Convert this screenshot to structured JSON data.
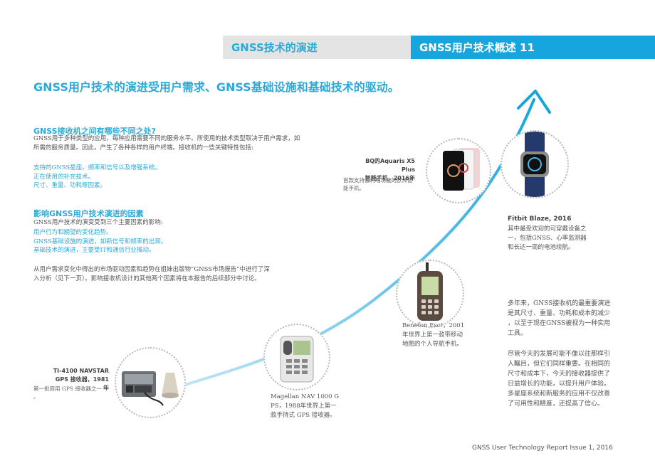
{
  "header": {
    "tab_left": "GNSS技术的演进",
    "tab_right": "GNSS用户技术概述 11"
  },
  "headline": "GNSS用户技术的演进受用户需求、GNSS基础设施和基础技术的驱动。",
  "section1": {
    "title": "GNSS接收机之间有哪些不同之处?",
    "body_lines": [
      "GNSS用于多种类型的应用，每种应用需要不同的服务水平。所使用的技术类型取决于用户需求，如",
      "所需的服务质量。因此，产生了各种各样的用户终端。接收机的一些关键特性包括:"
    ],
    "bullets": [
      "支持的GNSS星座、频率和信号以及增强系统。",
      "正在使用的补充技术。",
      "尺寸、重量、功耗等因素。"
    ]
  },
  "section2": {
    "title": "影响GNSS用户技术演进的因素",
    "intro": "GNSS用户技术的演变受到三个主要因素的影响:",
    "bullets": [
      "用户行为和期望的变化趋势。",
      "GNSS基础设施的演进，如新信号和频率的出现。",
      "基础技术的演进，主要受IT和通信行业推动。"
    ],
    "outro_lines": [
      "从用户需求变化中得出的市场驱动因素和趋势在姐妹出版物“GNSS市场报告”中进行了深",
      "入分析（见下一页）。影响接收机设计的其他两个因素将在本报告的后续部分中讨论。"
    ]
  },
  "devices": {
    "ti": {
      "title_lines": [
        "TI-4100 NAVSTAR",
        "GPS 接收器，1981年"
      ],
      "desc_lines": [
        "第一批商用 GPS 接收器之一",
        "。"
      ]
    },
    "magellan": {
      "desc_lines": [
        "Magellan NAV 1000 G",
        "PS，1988年世界上第一",
        "款手持式 GPS 接收器。"
      ]
    },
    "benefon": {
      "desc_lines": [
        "Benefon Esc!，2001",
        "年世界上第一款带移动",
        "地图的个人导航手机。"
      ]
    },
    "bq": {
      "title_lines": [
        "BQ的Aquaris X5 Plus",
        "智能手机，2016年"
      ],
      "desc_lines": [
        "首款支持伽利略功能的欧洲智",
        "能手机。"
      ]
    },
    "fitbit": {
      "title": "Fitbit Blaze, 2016",
      "desc_lines": [
        "其中最受欢迎的可穿戴设备之",
        "一，包括GNSS、心率监测器",
        "和长达一周的电池续航。"
      ]
    }
  },
  "right_text": {
    "p1": [
      "多年来，GNSS接收机的最重要演进",
      "是其尺寸、重量、功耗和成本的减少",
      "，以至于现在GNSS被视为一种实用",
      "工具。"
    ],
    "p2": [
      "尽管今天的发展可能不像以往那样引",
      "人瞩目，但它们同样重要。在相同的",
      "尺寸和成本下，今天的接收器提供了",
      "日益增长的功能，以提升用户体验。",
      "多星座系统和新服务的应用不仅改善",
      "了可用性和精度，还提高了信心。"
    ]
  },
  "footer": "GNSS User Technology Report   Issue 1, 2016",
  "colors": {
    "accent": "#16a5dc",
    "tab_gray": "#e4e4e4"
  }
}
